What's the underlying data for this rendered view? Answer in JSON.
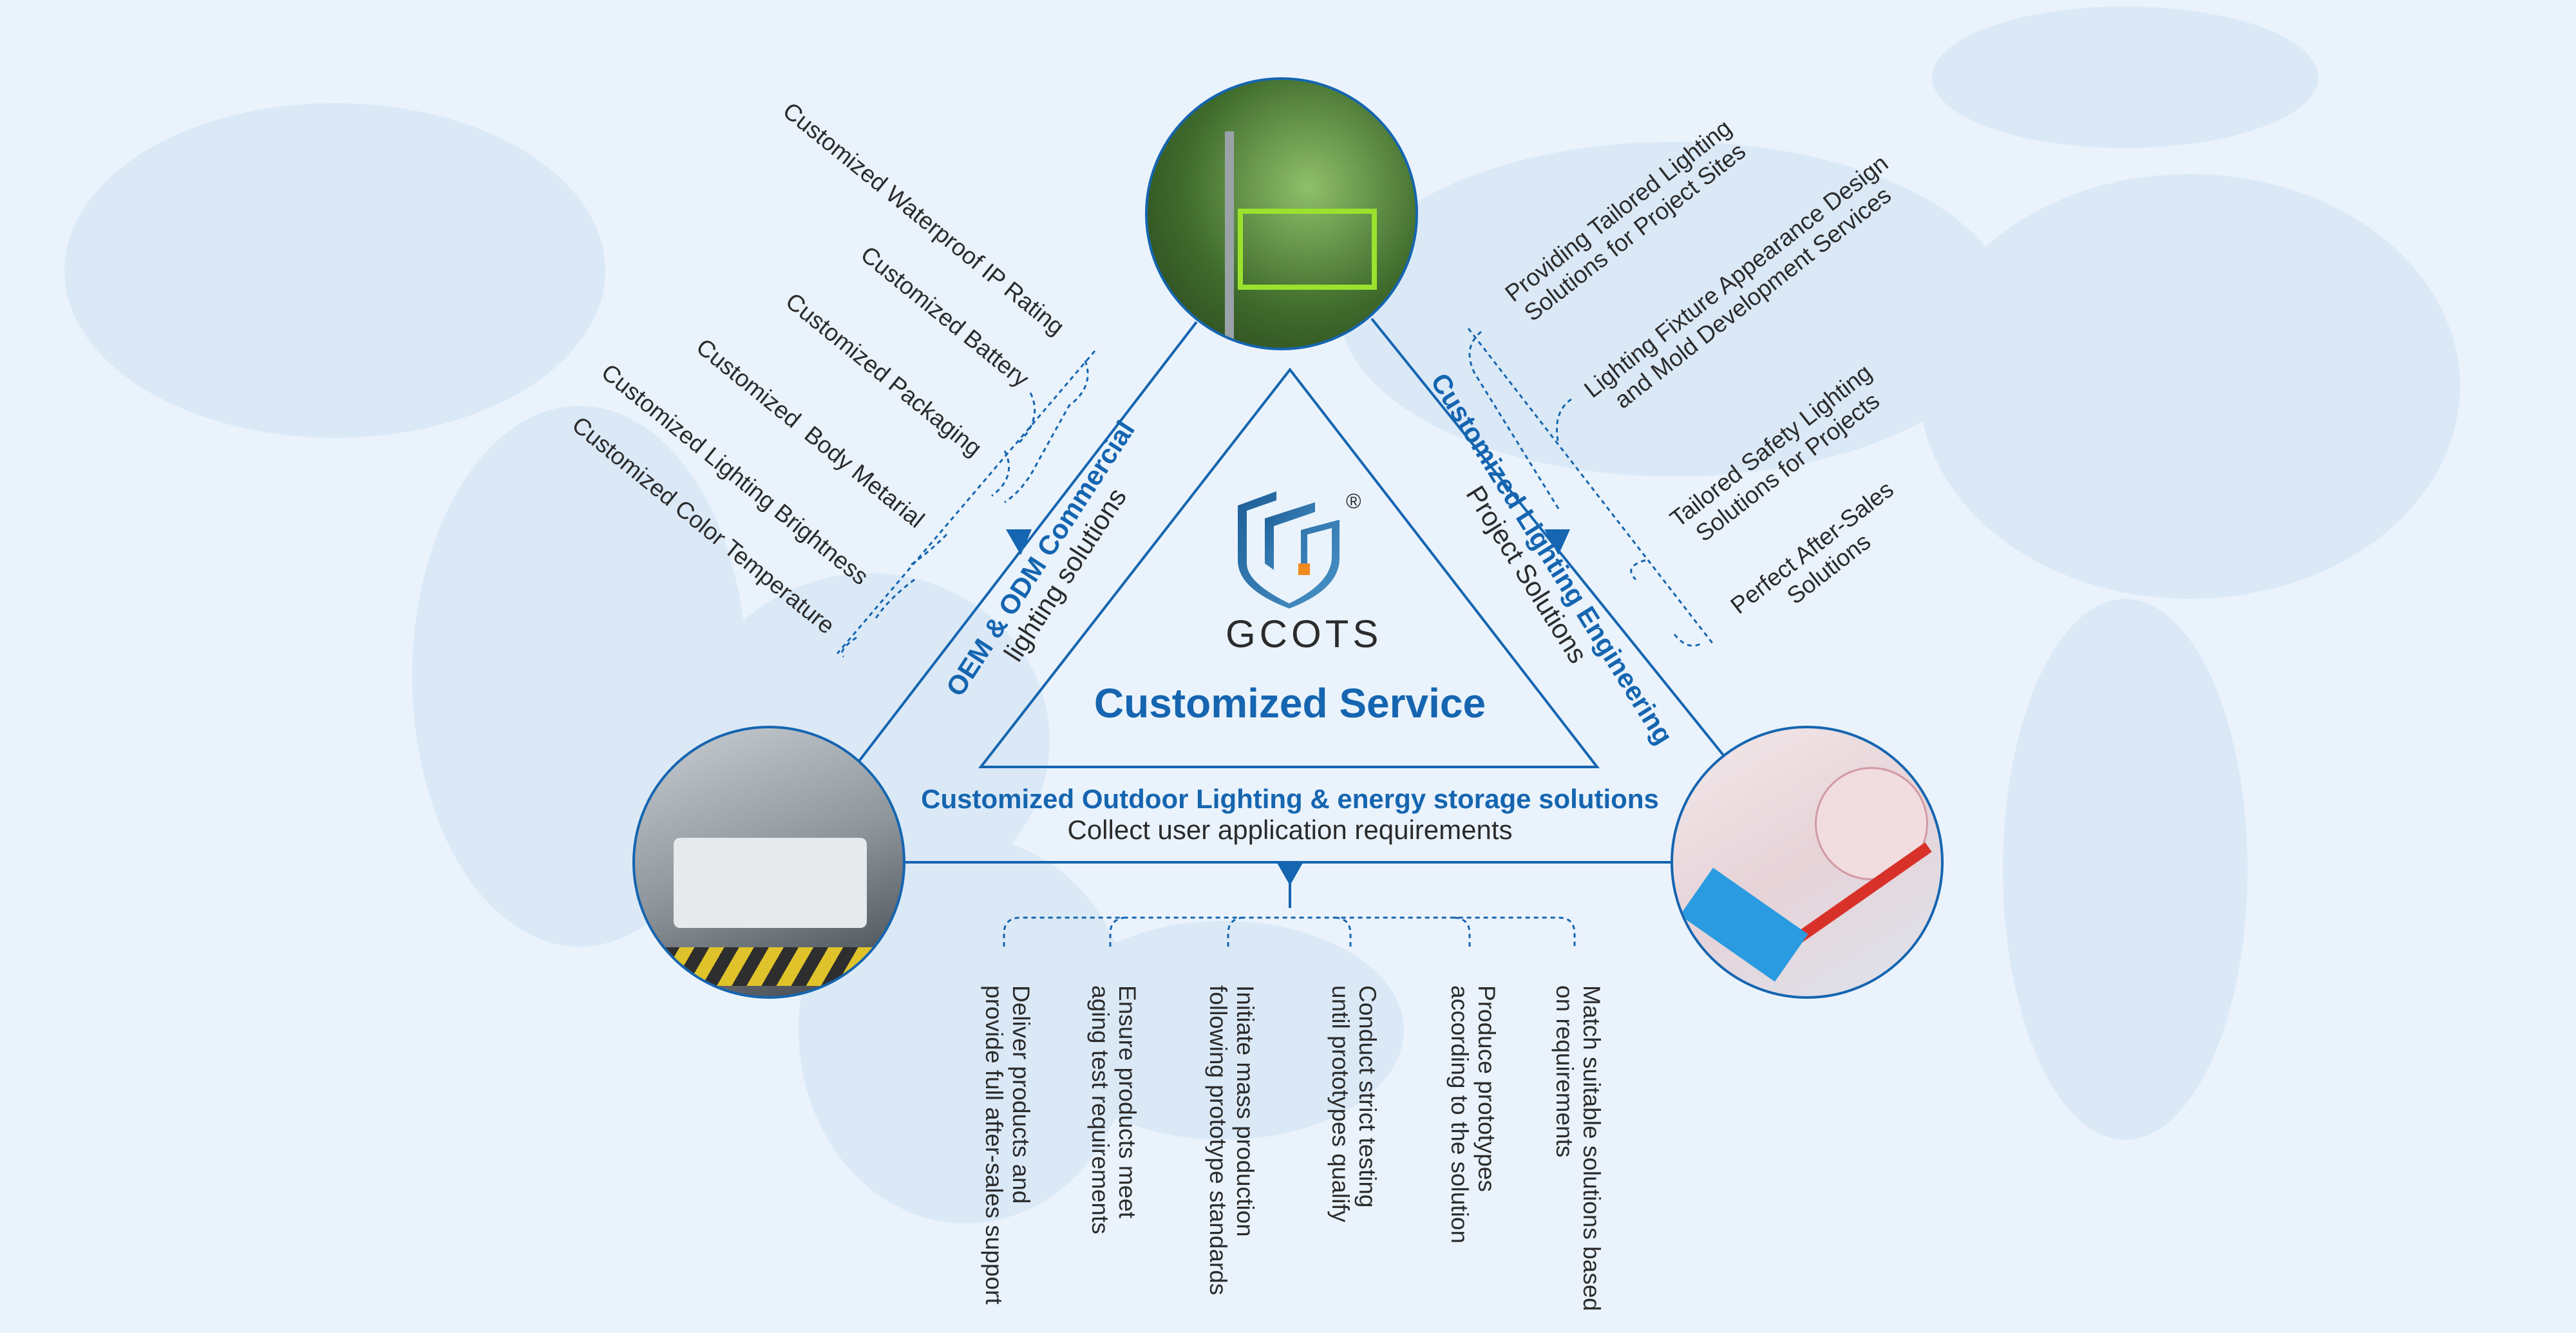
{
  "center": {
    "brand": "GCOTS",
    "registered_mark": "®",
    "title": "Customized Service",
    "bottom_title": "Customized Outdoor Lighting & energy storage solutions",
    "bottom_subtitle": "Collect user application requirements"
  },
  "left_branch": {
    "title": "OEM & ODM Commercial",
    "subtitle": "lighting solutions",
    "items": [
      "Customized Waterproof IP Rating",
      "Customized Battery",
      "Customized Packaging",
      "Customized  Body Metarial",
      "Customized Lighting Brightness",
      "Customized Color Temperature"
    ]
  },
  "right_branch": {
    "title": "Customized Lighting Engineering",
    "subtitle": "Project Solutions",
    "items": [
      {
        "line1": "Providing Tailored Lighting",
        "line2": "Solutions for Project Sites"
      },
      {
        "line1": "Lighting Fixture Appearance Design",
        "line2": "and Mold Development Services"
      },
      {
        "line1": "Tailored Safety Lighting",
        "line2": "Solutions for Projects"
      },
      {
        "line1": "Perfect After-Sales",
        "line2": "Solutions"
      }
    ]
  },
  "bottom_steps": [
    {
      "line1": "Deliver products and",
      "line2": "provide full after-sales support"
    },
    {
      "line1": "Ensure products meet",
      "line2": "aging test requirements"
    },
    {
      "line1": "Initiate mass production",
      "line2": "following prototype standards"
    },
    {
      "line1": "Conduct strict testing",
      "line2": "until prototypes qualify"
    },
    {
      "line1": "Produce prototypes",
      "line2": "according to the solution"
    },
    {
      "line1": "Match suitable solutions based",
      "line2": "on requirements"
    }
  ],
  "colors": {
    "accent": "#1565b0",
    "background": "#eaf3fc",
    "logo_orange": "#f08a1c"
  }
}
